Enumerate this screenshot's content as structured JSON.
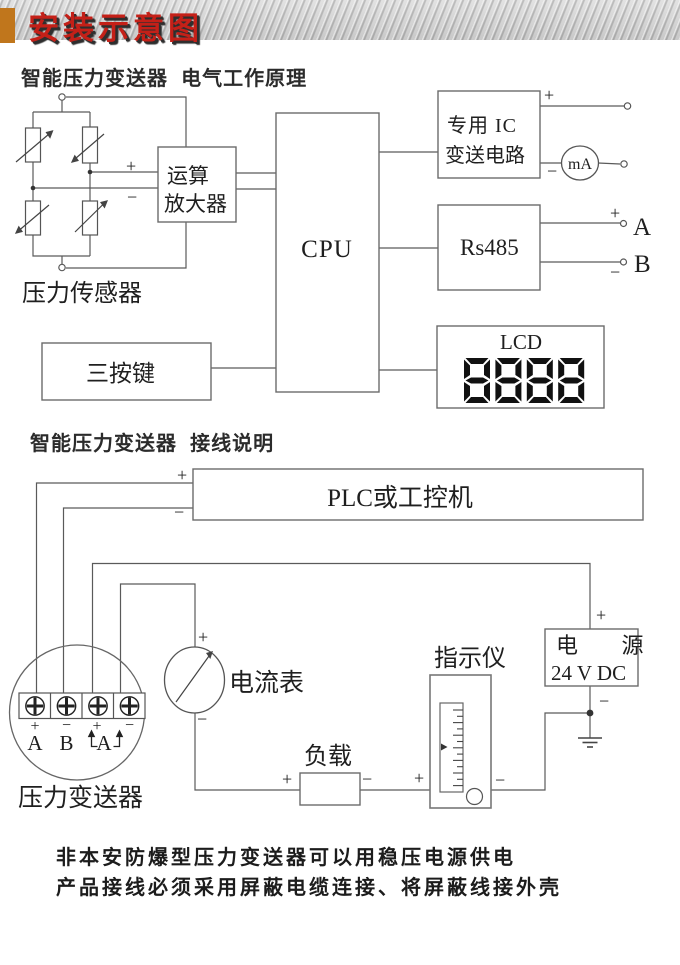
{
  "banner": {
    "title": "安装示意图"
  },
  "sections": {
    "s1_title": "智能压力变送器  电气工作原理",
    "s2_title": "智能压力变送器  接线说明"
  },
  "s1": {
    "sensor_label": "压力传感器",
    "opamp_line1": "运算",
    "opamp_line2": "放大器",
    "cpu": "CPU",
    "ic_line1": "专用 IC",
    "ic_line2": "变送电路",
    "ma_meter": "mA",
    "rs485": "Rs485",
    "lcd": "LCD",
    "lcd_value": "8888",
    "keys": "三按键",
    "out_a": "A",
    "out_b": "B"
  },
  "s2": {
    "plc": "PLC或工控机",
    "transmitter": "压力变送器",
    "ammeter": "电流表",
    "load": "负载",
    "indicator": "指示仪",
    "power_line1": "电 源",
    "power_line2": "24 V DC",
    "t_row1": [
      "+",
      "−",
      "+",
      "−"
    ],
    "t_row2": [
      "A",
      "B",
      "A"
    ]
  },
  "sym": {
    "plus": "+",
    "minus": "−"
  },
  "notes": [
    "非本安防爆型压力变送器可以用稳压电源供电",
    "产品接线必须采用屏蔽电缆连接、将屏蔽线接外壳"
  ],
  "colors": {
    "accent_red": "#c42018",
    "accent_orange": "#c0761c",
    "line": "#5a5a5a"
  }
}
